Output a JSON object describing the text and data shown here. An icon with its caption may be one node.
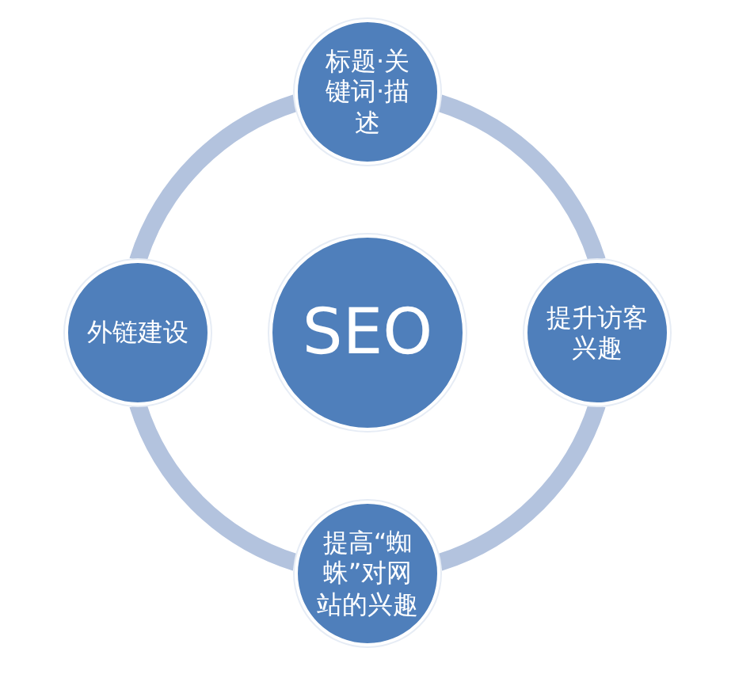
{
  "diagram": {
    "nodes": [
      {
        "text": [
          "标题·关键词·描述"
        ]
      },
      {
        "text": [
          "外链建设"
        ]
      },
      {
        "text": [
          "SEO"
        ]
      },
      {
        "text": [
          "提升访客兴趣"
        ]
      },
      {
        "text": [
          "提高“蜘蛛”对网站的兴趣"
        ]
      }
    ],
    "edges": [
      {
        "from": 0,
        "to": 3,
        "arrow": "none"
      },
      {
        "from": 3,
        "to": 4,
        "arrow": "none"
      },
      {
        "from": 4,
        "to": 1,
        "arrow": "none"
      },
      {
        "from": 1,
        "to": 0,
        "arrow": "none"
      }
    ]
  }
}
